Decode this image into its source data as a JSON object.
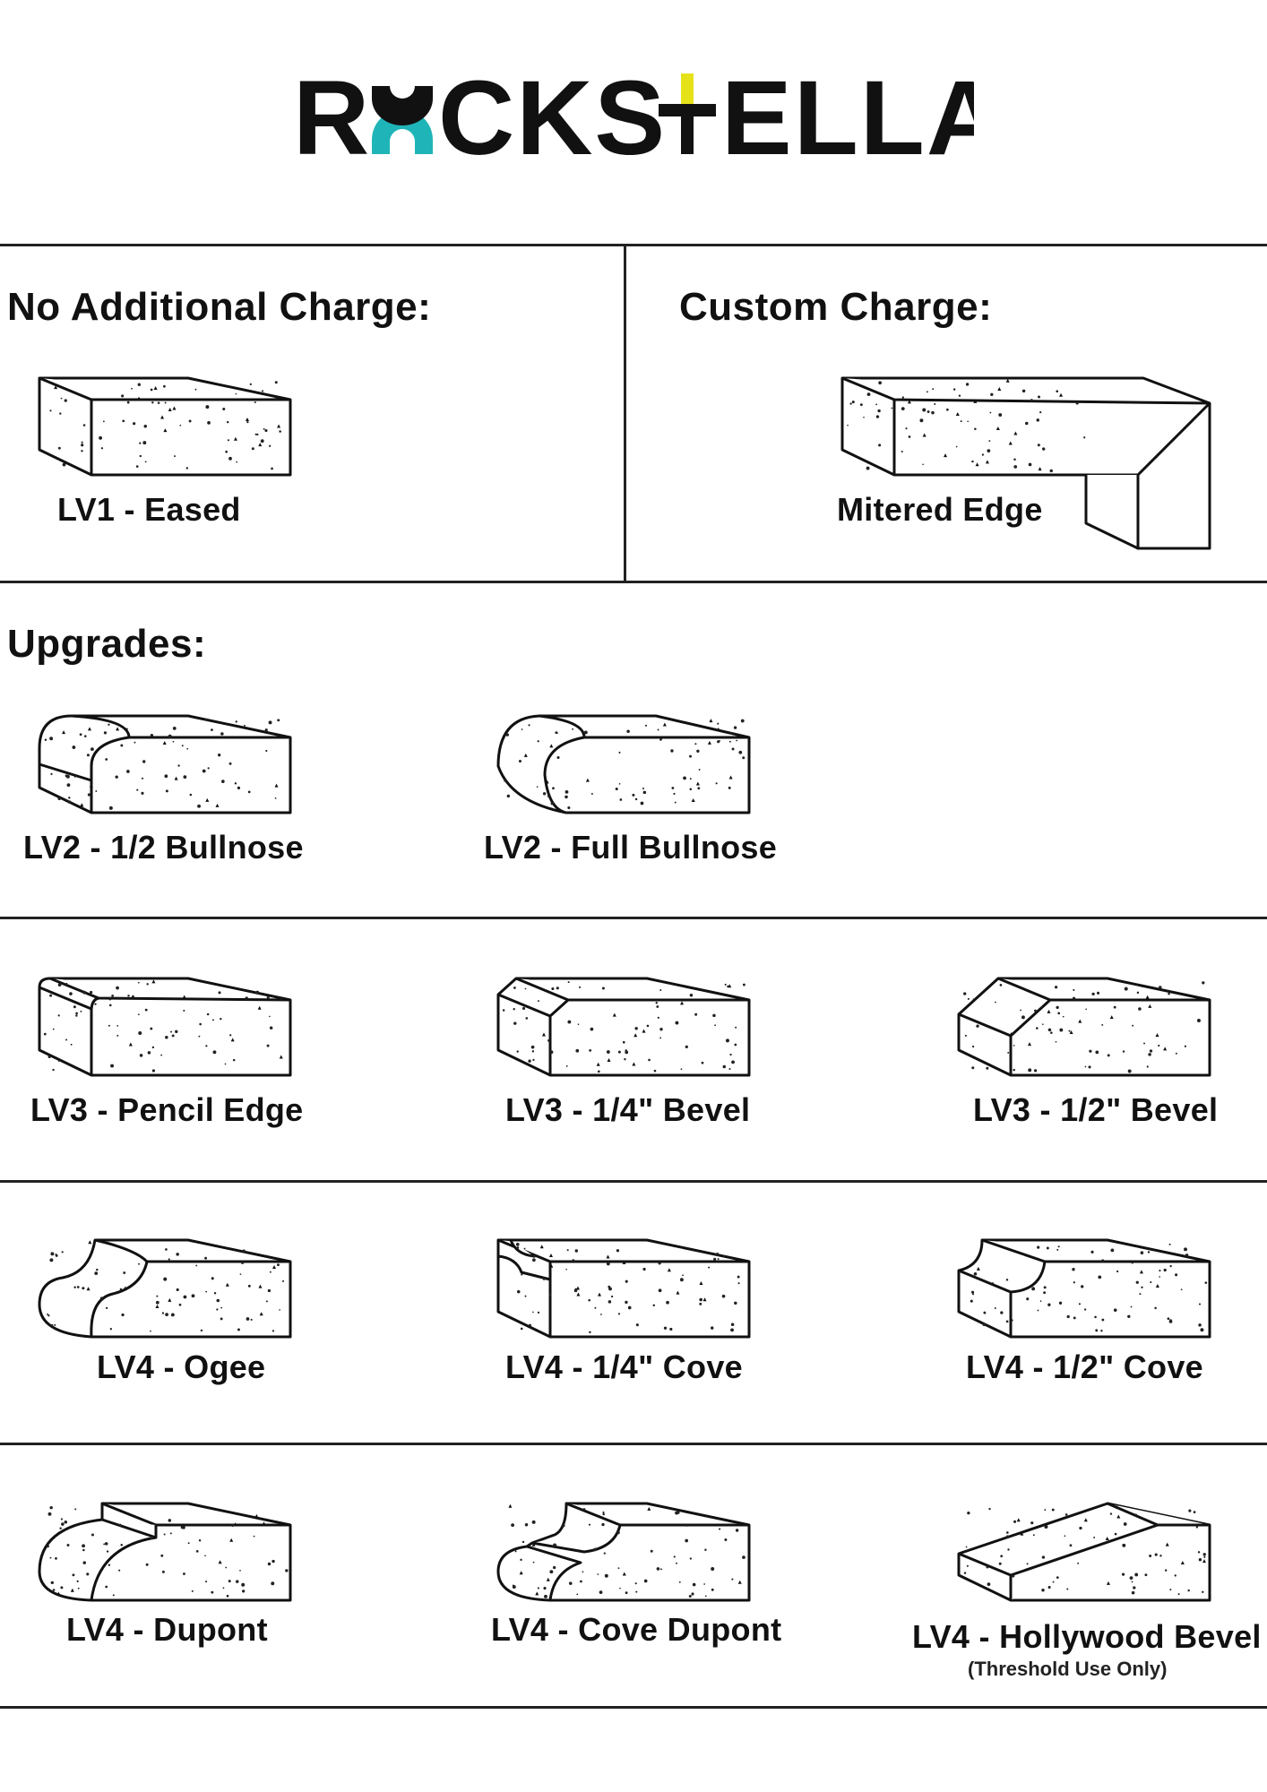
{
  "brand": {
    "logo_text": "ROCKSTELLA"
  },
  "sections": {
    "no_charge": {
      "title": "No Additional Charge:"
    },
    "custom_charge": {
      "title": "Custom Charge:"
    },
    "upgrades": {
      "title": "Upgrades:"
    }
  },
  "edges": {
    "eased": {
      "label": "LV1 - Eased",
      "icon": "eased-edge-icon"
    },
    "mitered": {
      "label": "Mitered Edge",
      "icon": "mitered-edge-icon"
    },
    "half_bullnose": {
      "label": "LV2 - 1/2 Bullnose",
      "icon": "half-bullnose-edge-icon"
    },
    "full_bullnose": {
      "label": "LV2 -  Full Bullnose",
      "icon": "full-bullnose-edge-icon"
    },
    "pencil": {
      "label": "LV3 - Pencil Edge",
      "icon": "pencil-edge-icon"
    },
    "quarter_bevel": {
      "label": "LV3 - 1/4\" Bevel",
      "icon": "quarter-bevel-edge-icon"
    },
    "half_bevel": {
      "label": "LV3 - 1/2\" Bevel",
      "icon": "half-bevel-edge-icon"
    },
    "ogee": {
      "label": "LV4 - Ogee",
      "icon": "ogee-edge-icon"
    },
    "quarter_cove": {
      "label": "LV4 - 1/4\" Cove",
      "icon": "quarter-cove-edge-icon"
    },
    "half_cove": {
      "label": "LV4 - 1/2\" Cove",
      "icon": "half-cove-edge-icon"
    },
    "dupont": {
      "label": "LV4 - Dupont",
      "icon": "dupont-edge-icon"
    },
    "cove_dupont": {
      "label": "LV4 - Cove Dupont",
      "icon": "cove-dupont-edge-icon"
    },
    "hollywood_bevel": {
      "label": "LV4 - Hollywood Bevel",
      "note": "(Threshold Use Only)",
      "icon": "hollywood-bevel-edge-icon"
    }
  },
  "colors": {
    "brand_teal": "#1fb5b8",
    "brand_yellow": "#e6e21a",
    "ink": "#111111"
  }
}
